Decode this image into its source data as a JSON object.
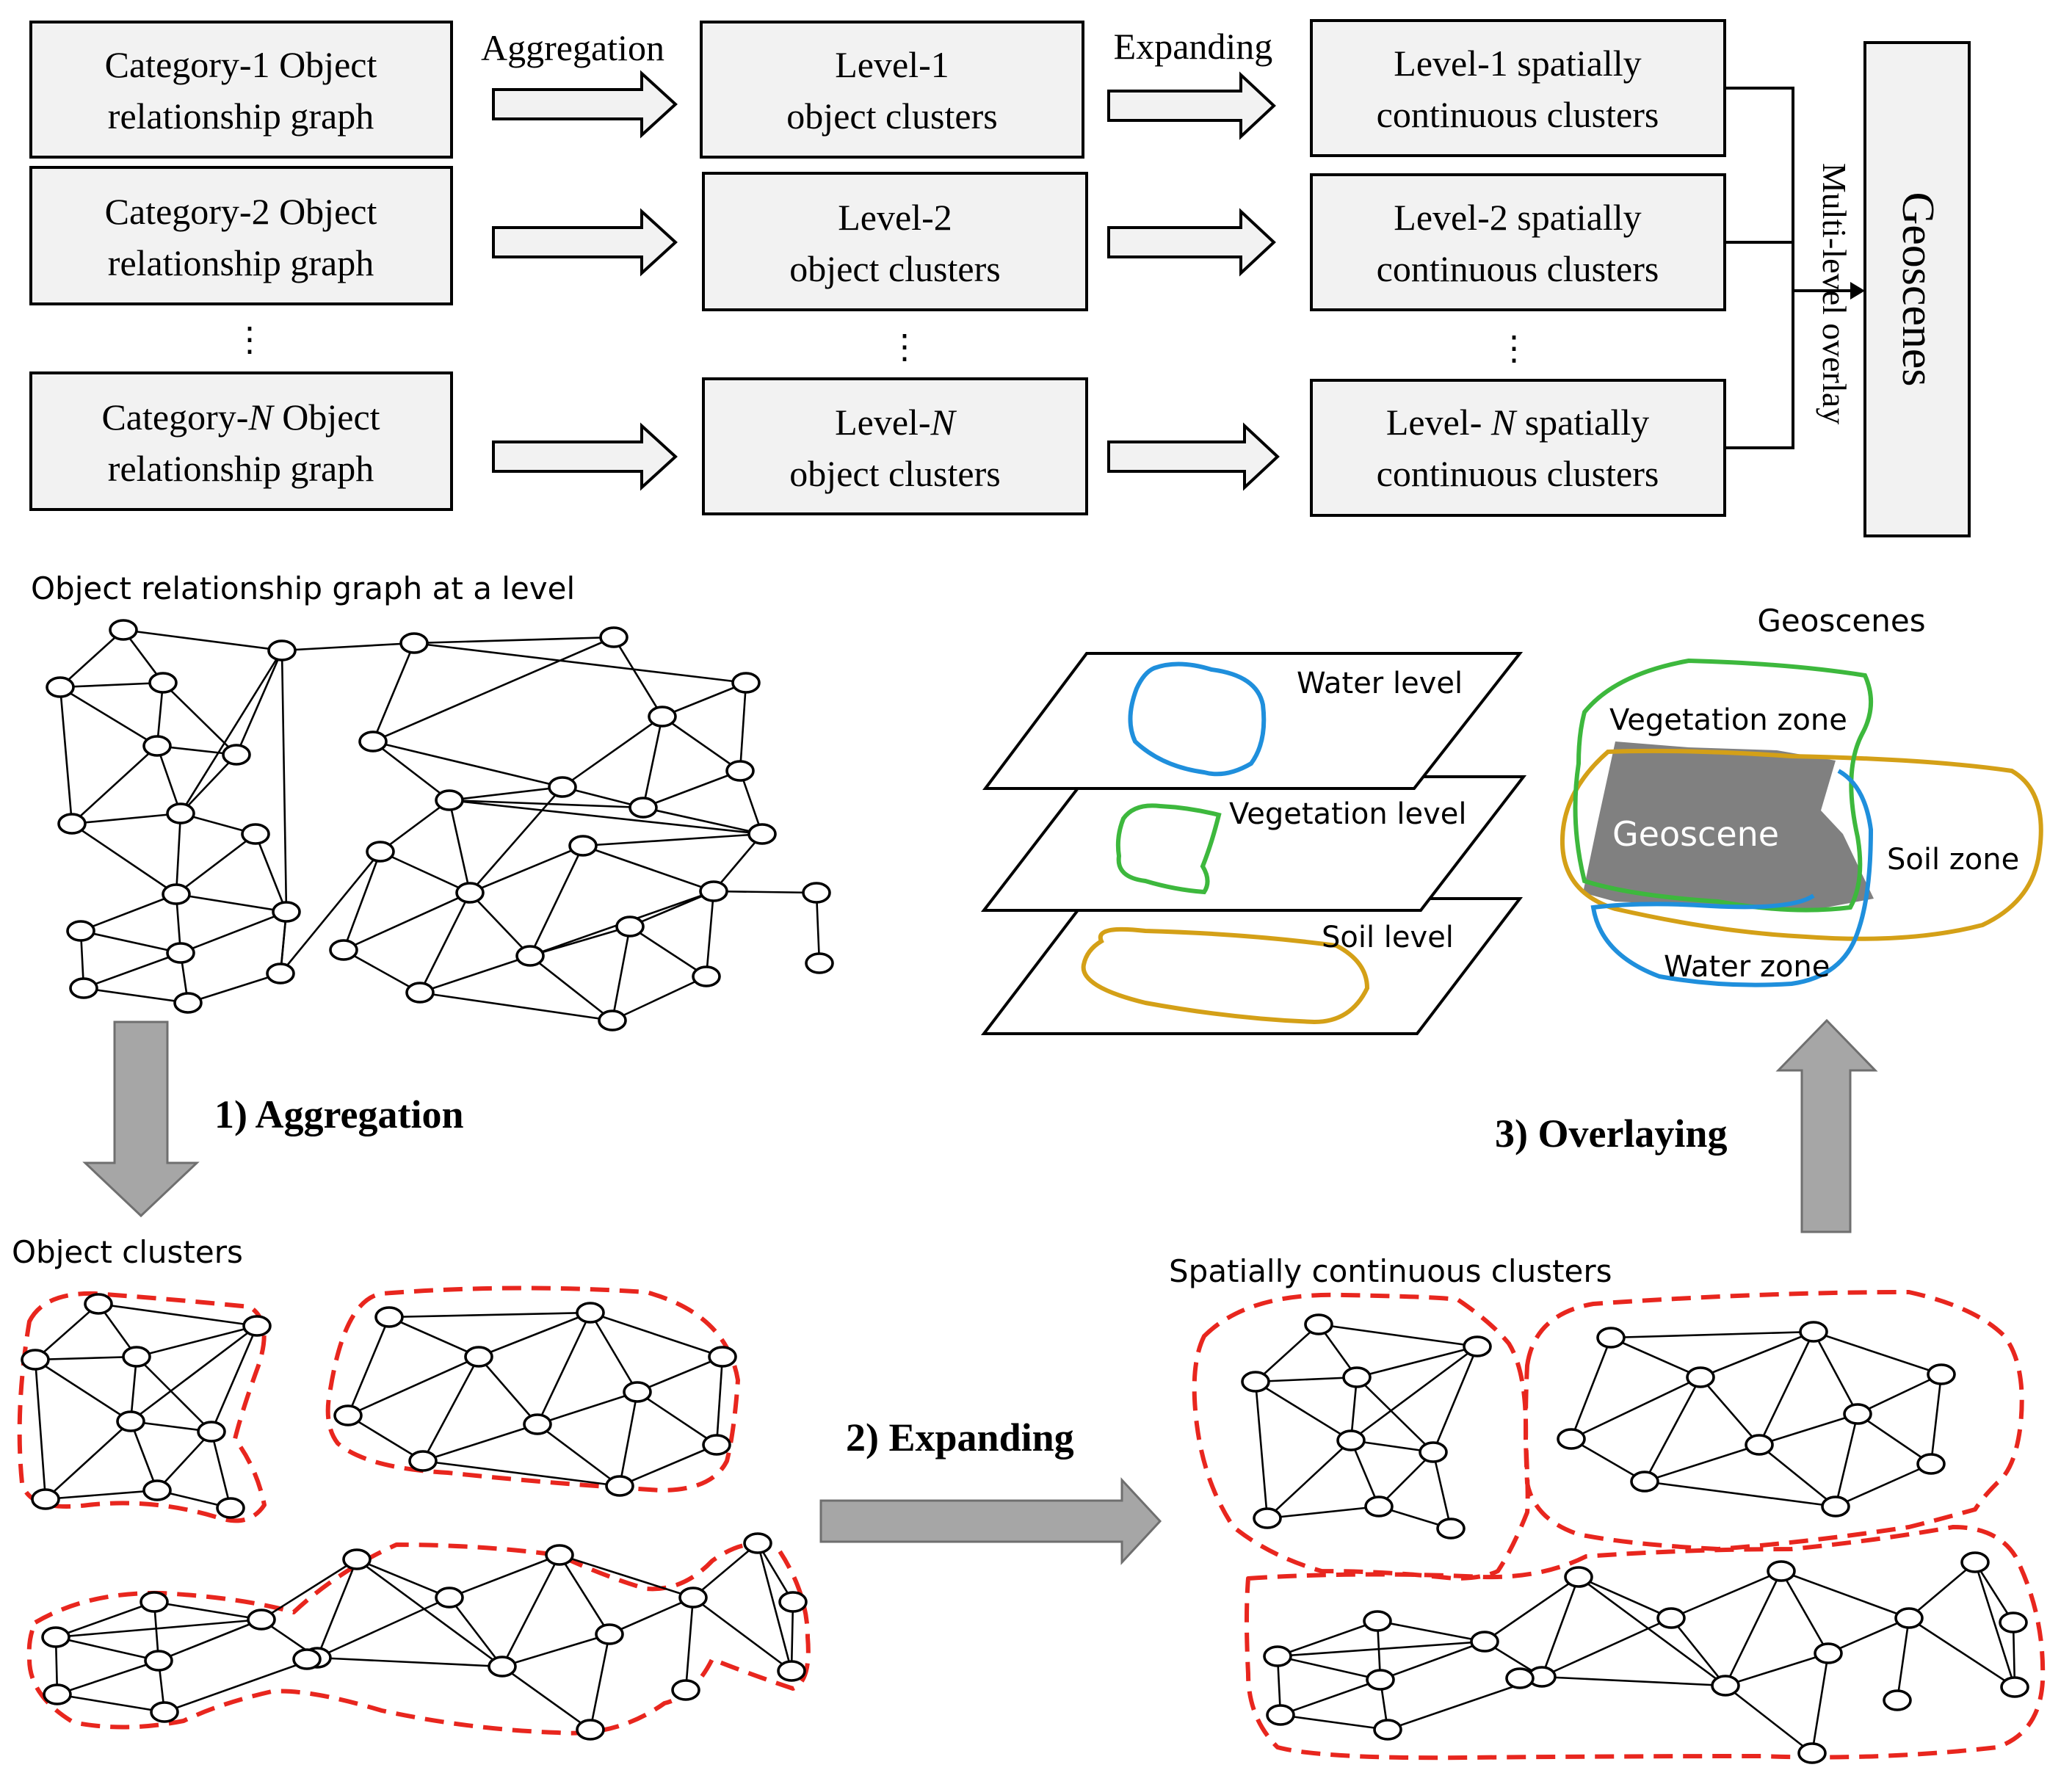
{
  "flow": {
    "categories": [
      "Category-1 Object",
      "relationship graph",
      "Category-2 Object",
      "relationship graph",
      "Category-",
      "N",
      " Object",
      "relationship graph"
    ],
    "step_labels": {
      "aggregation": "Aggregation",
      "expanding": "Expanding"
    },
    "levels": [
      "Level-1",
      "object clusters",
      "Level-2",
      "object clusters",
      "Level-",
      "N",
      "object clusters"
    ],
    "spatial": [
      "Level-1 spatially",
      "continuous clusters",
      "Level-2 spatially",
      "continuous clusters",
      "Level- ",
      "N",
      " spatially",
      "continuous clusters"
    ],
    "overlay_label": "Multi-level overlay",
    "output": "Geoscenes",
    "ellipsis": "⋮"
  },
  "graph_panel": {
    "title": "Object relationship graph at a level"
  },
  "clusters_panel": {
    "title": "Object clusters"
  },
  "spatial_panel": {
    "title": "Spatially continuous clusters"
  },
  "steps": {
    "aggregation": "1) Aggregation",
    "expanding": "2) Expanding",
    "overlaying": "3) Overlaying"
  },
  "layers": {
    "water": "Water level",
    "vegetation": "Vegetation level",
    "soil": "Soil level"
  },
  "geoscenes": {
    "title": "Geoscenes",
    "vegetation_zone": "Vegetation zone",
    "soil_zone": "Soil zone",
    "water_zone": "Water zone",
    "geoscene": "Geoscene"
  },
  "colors": {
    "cluster_outline": "#e8261e",
    "water": "#1f8fdc",
    "vegetation": "#3db83d",
    "soil": "#d4a017",
    "geoscene_fill": "#808080",
    "box_fill": "#f2f2f2",
    "grey_arrow": "#a6a6a6"
  },
  "icons": [
    "right-arrow-icon",
    "down-arrow-icon",
    "up-arrow-icon"
  ]
}
